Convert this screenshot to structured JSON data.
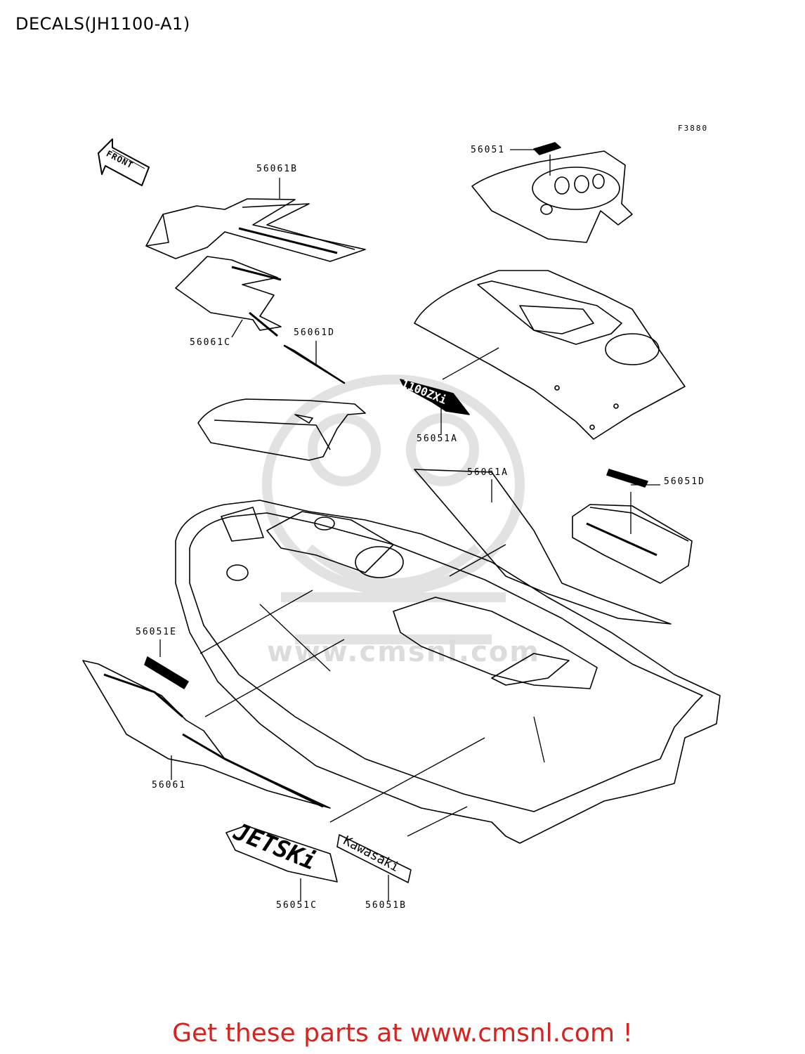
{
  "title": "DECALS(JH1100-A1)",
  "figure_code": "F3880",
  "front_label": "FRONT",
  "callouts": [
    {
      "id": "56061B",
      "text": "56061B"
    },
    {
      "id": "56051",
      "text": "56051"
    },
    {
      "id": "56061C",
      "text": "56061C"
    },
    {
      "id": "56061D",
      "text": "56061D"
    },
    {
      "id": "56051A",
      "text": "56051A"
    },
    {
      "id": "56061A",
      "text": "56061A"
    },
    {
      "id": "56051D",
      "text": "56051D"
    },
    {
      "id": "56051E",
      "text": "56051E"
    },
    {
      "id": "56061",
      "text": "56061"
    },
    {
      "id": "56051C",
      "text": "56051C"
    },
    {
      "id": "56051B",
      "text": "56051B"
    }
  ],
  "decal_texts": {
    "jetski": "JETSKi",
    "kawasaki": "Kawasaki",
    "model": "1100ZXi"
  },
  "watermark": "www.cmsnl.com",
  "cta": "Get these parts at www.cmsnl.com !",
  "colors": {
    "cta": "#d6231e",
    "line": "#000000",
    "watermark": "#dcdcdc"
  }
}
